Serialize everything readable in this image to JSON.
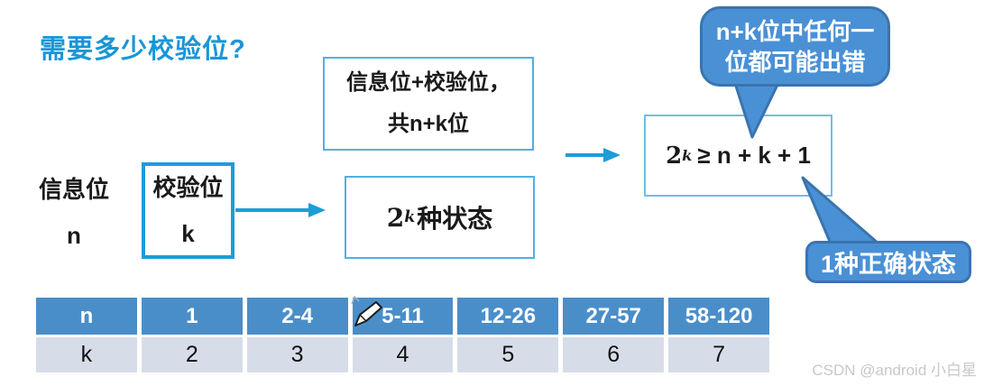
{
  "page": {
    "title": "需要多少校验位?",
    "watermark": "CSDN @android 小白星"
  },
  "diagram": {
    "info_label": {
      "line1": "信息位",
      "line2": "n"
    },
    "check_box": {
      "line1": "校验位",
      "line2": "k"
    },
    "sum_box": {
      "line1": "信息位+校验位，",
      "line2": "共n+k位"
    },
    "states_box": {
      "base": "2",
      "sup": "k",
      "suffix": "种状态"
    },
    "formula_box": {
      "base": "2",
      "sup": "k",
      "suffix": "≥ n + k + 1"
    },
    "bubble_top": {
      "line1": "n+k位中任何一",
      "line2": "位都可能出错"
    },
    "bubble_bottom": {
      "text": "1种正确状态"
    }
  },
  "table": {
    "header_row": [
      "n",
      "1",
      "2-4",
      "5-11",
      "12-26",
      "27-57",
      "58-120"
    ],
    "data_row": [
      "k",
      "2",
      "3",
      "4",
      "5",
      "6",
      "7"
    ]
  },
  "colors": {
    "title_blue": "#1996d6",
    "box_border_light": "#4db3e2",
    "box_border_bright": "#1d9cd8",
    "arrow_blue": "#1d9cd8",
    "bubble_fill": "#4a90d5",
    "bubble_border": "#3a74ae",
    "table_header_bg": "#4a8ec9",
    "table_row_bg": "#d6dde8"
  }
}
